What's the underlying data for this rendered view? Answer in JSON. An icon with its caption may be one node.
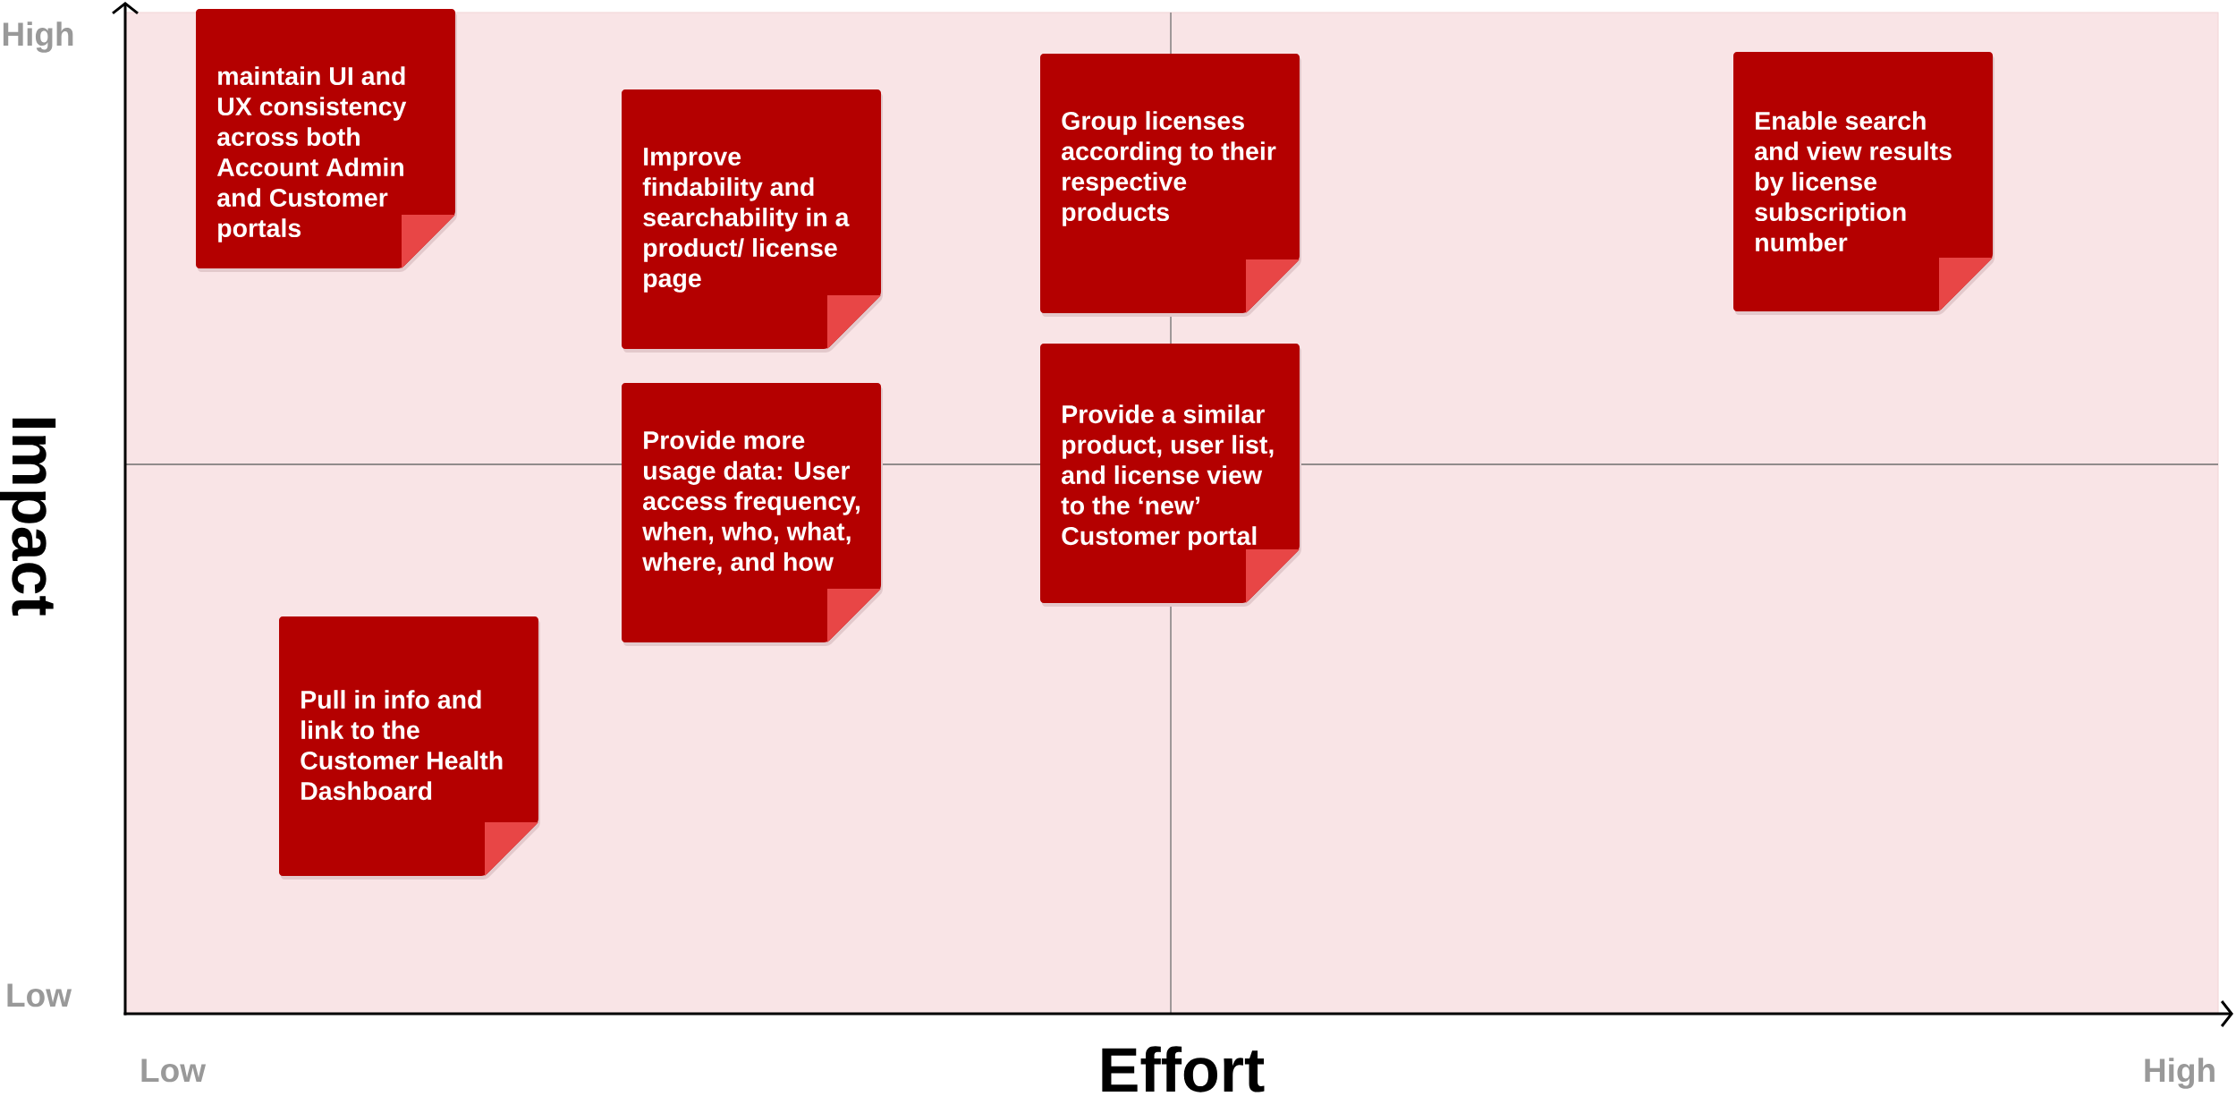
{
  "diagram": {
    "nodes": [
      {
        "text": [
          "maintain UI and UX consistency across both Account Admin and Customer portals"
        ]
      },
      {
        "text": [
          "Improve findability and searchability in a product/ license page"
        ]
      },
      {
        "text": [
          "Group licenses according to their respective products"
        ]
      },
      {
        "text": [
          "Enable search and view results by license subscription number"
        ]
      },
      {
        "text": [
          "Provide more usage data: User access frequency, when, who, what, where, and how"
        ]
      },
      {
        "text": [
          "Provide a similar product, user list, and license view to the ‘new’ Customer portal"
        ]
      },
      {
        "text": [
          "Pull in info and link to the Customer Health Dashboard"
        ]
      }
    ],
    "labels": [
      "High",
      "Impact",
      "Low",
      "Low",
      "Effort",
      "High"
    ]
  }
}
